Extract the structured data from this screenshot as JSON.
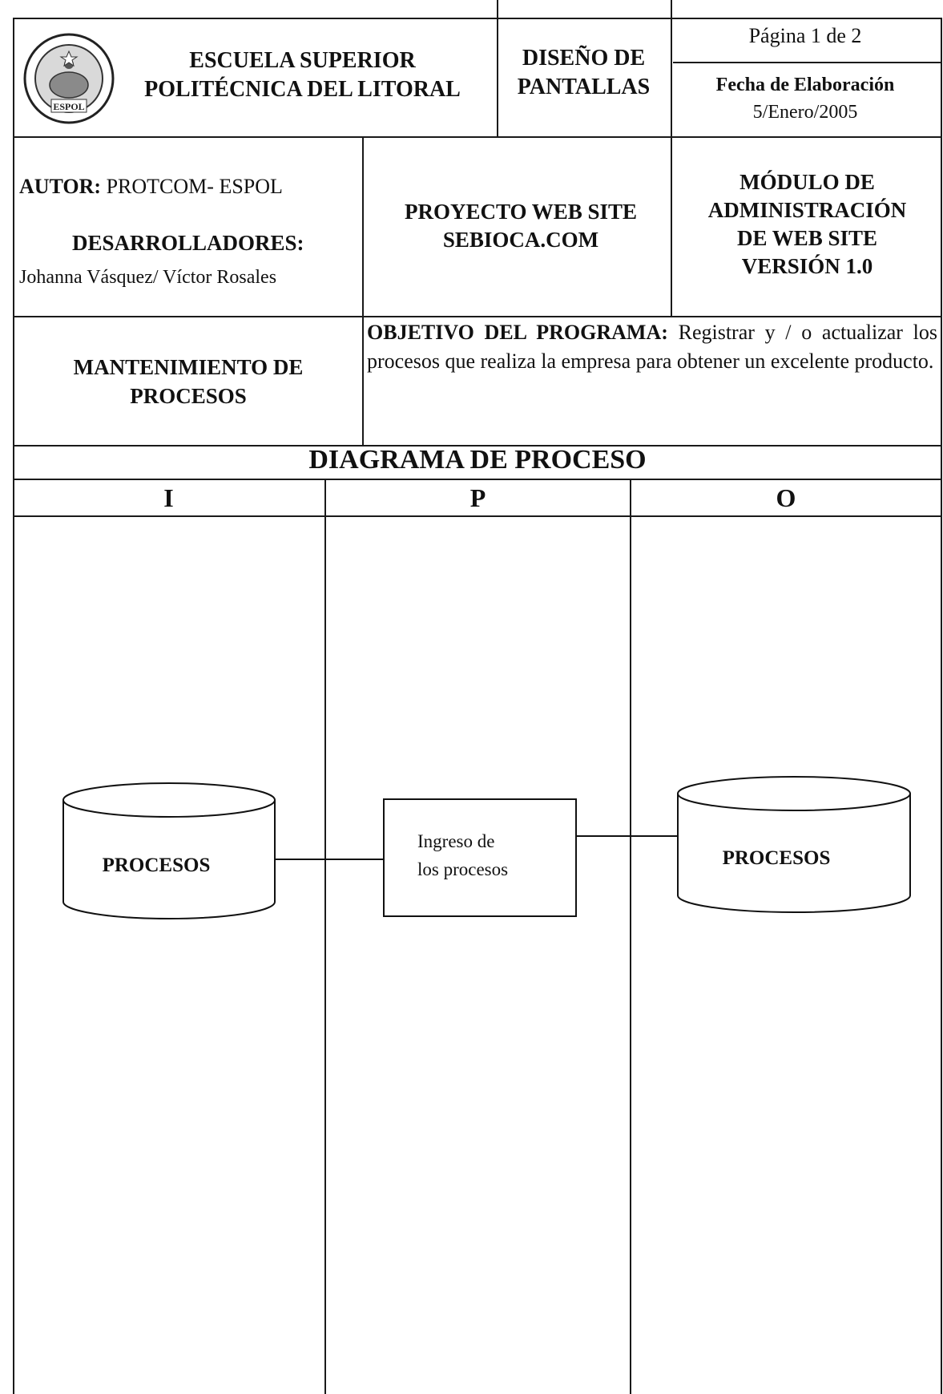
{
  "header": {
    "institution_line1": "ESCUELA SUPERIOR",
    "institution_line2": "POLITÉCNICA DEL LITORAL",
    "logo_text": "ESPOL",
    "document_type_line1": "DISEÑO DE",
    "document_type_line2": "PANTALLAS",
    "page_label": "Página 1 de 2",
    "date_label": "Fecha de Elaboración",
    "date_value": "5/Enero/2005"
  },
  "info": {
    "author_label": "AUTOR:",
    "author_value": "PROTCOM- ESPOL",
    "developers_label": "DESARROLLADORES:",
    "developers_value": "Johanna Vásquez/ Víctor Rosales",
    "project_line1": "PROYECTO WEB SITE",
    "project_line2": "SEBIOCA.COM",
    "module_line1": "MÓDULO DE",
    "module_line2": "ADMINISTRACIÓN",
    "module_line3": "DE  WEB SITE",
    "module_line4": "VERSIÓN 1.0"
  },
  "program": {
    "name_line1": "MANTENIMIENTO DE",
    "name_line2": "PROCESOS",
    "objective_label": "OBJETIVO DEL PROGRAMA:",
    "objective_text": "Registrar y / o actualizar los procesos que  realiza la empresa para obtener un excelente producto."
  },
  "diagram": {
    "title": "DIAGRAMA DE PROCESO",
    "columns": [
      "I",
      "P",
      "O"
    ],
    "input_store_label": "PROCESOS",
    "process_line1": "Ingreso de",
    "process_line2": "los procesos",
    "output_store_label": "PROCESOS"
  }
}
